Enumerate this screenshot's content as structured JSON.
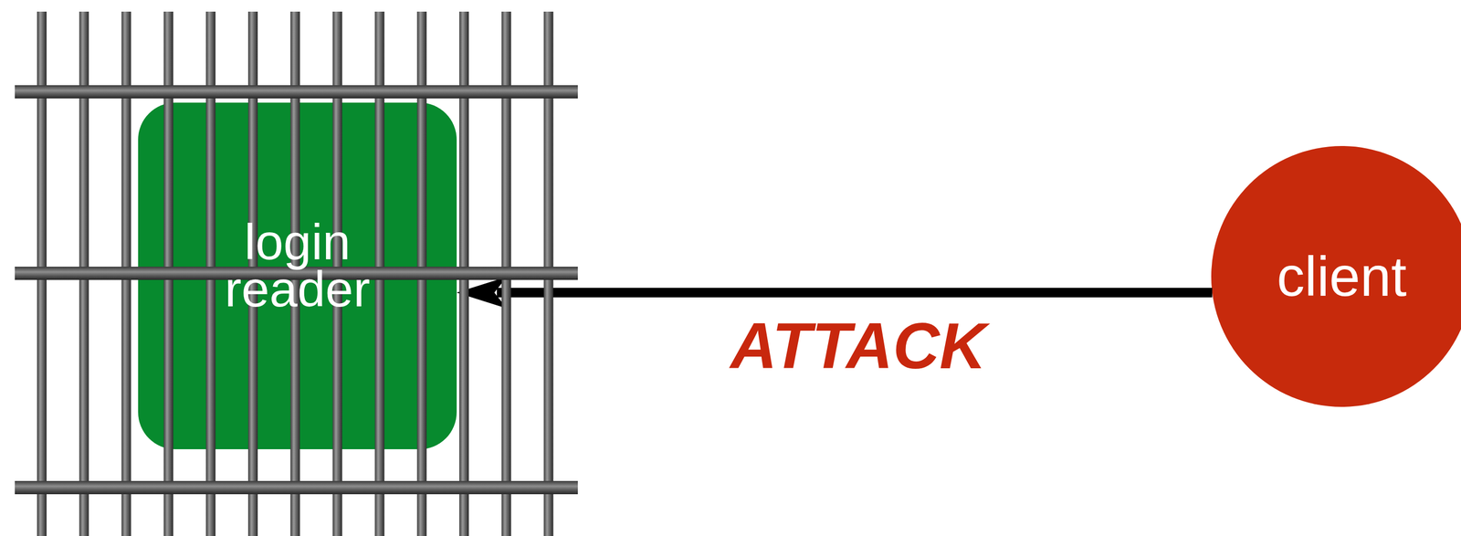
{
  "diagram": {
    "nodes": [
      {
        "text": [
          "login reader"
        ]
      },
      {
        "text": [
          "client"
        ]
      }
    ],
    "edges": [
      {
        "from": 1,
        "to": 0,
        "label": "ATTACK",
        "arrow": "to"
      }
    ]
  }
}
